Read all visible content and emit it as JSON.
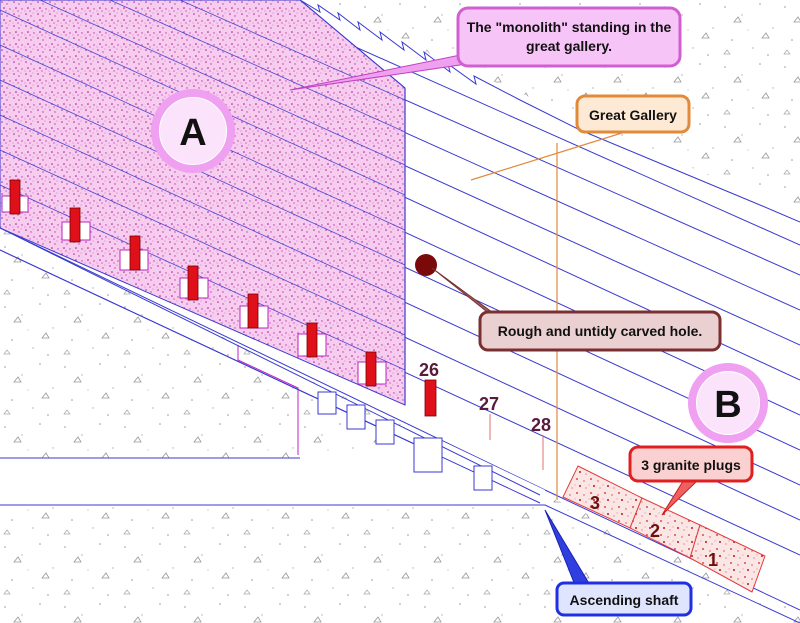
{
  "labels": {
    "a": "A",
    "b": "B",
    "n26": "26",
    "n27": "27",
    "n28": "28",
    "plug1": "1",
    "plug2": "2",
    "plug3": "3"
  },
  "callouts": {
    "monolith_line1": "The \"monolith\" standing in the",
    "monolith_line2": "great gallery.",
    "great_gallery": "Great Gallery",
    "hole": "Rough and untidy carved hole.",
    "plugs": "3 granite plugs",
    "shaft": "Ascending shaft"
  },
  "colors": {
    "gallery_lines": "#3a3ad0",
    "monolith_fill": "#f3c6ef",
    "monolith_speckle": "#b0209a",
    "notch_red": "#e0101a",
    "plug_fill": "#fbe3e3",
    "plug_border": "#e23a3a",
    "hole": "#7a0a0a",
    "great_gallery_orange": "#e08a3a",
    "callout_pink": "#e060e0",
    "callout_red": "#e02020",
    "callout_brown": "#8b5050",
    "callout_blue": "#2030e0"
  }
}
